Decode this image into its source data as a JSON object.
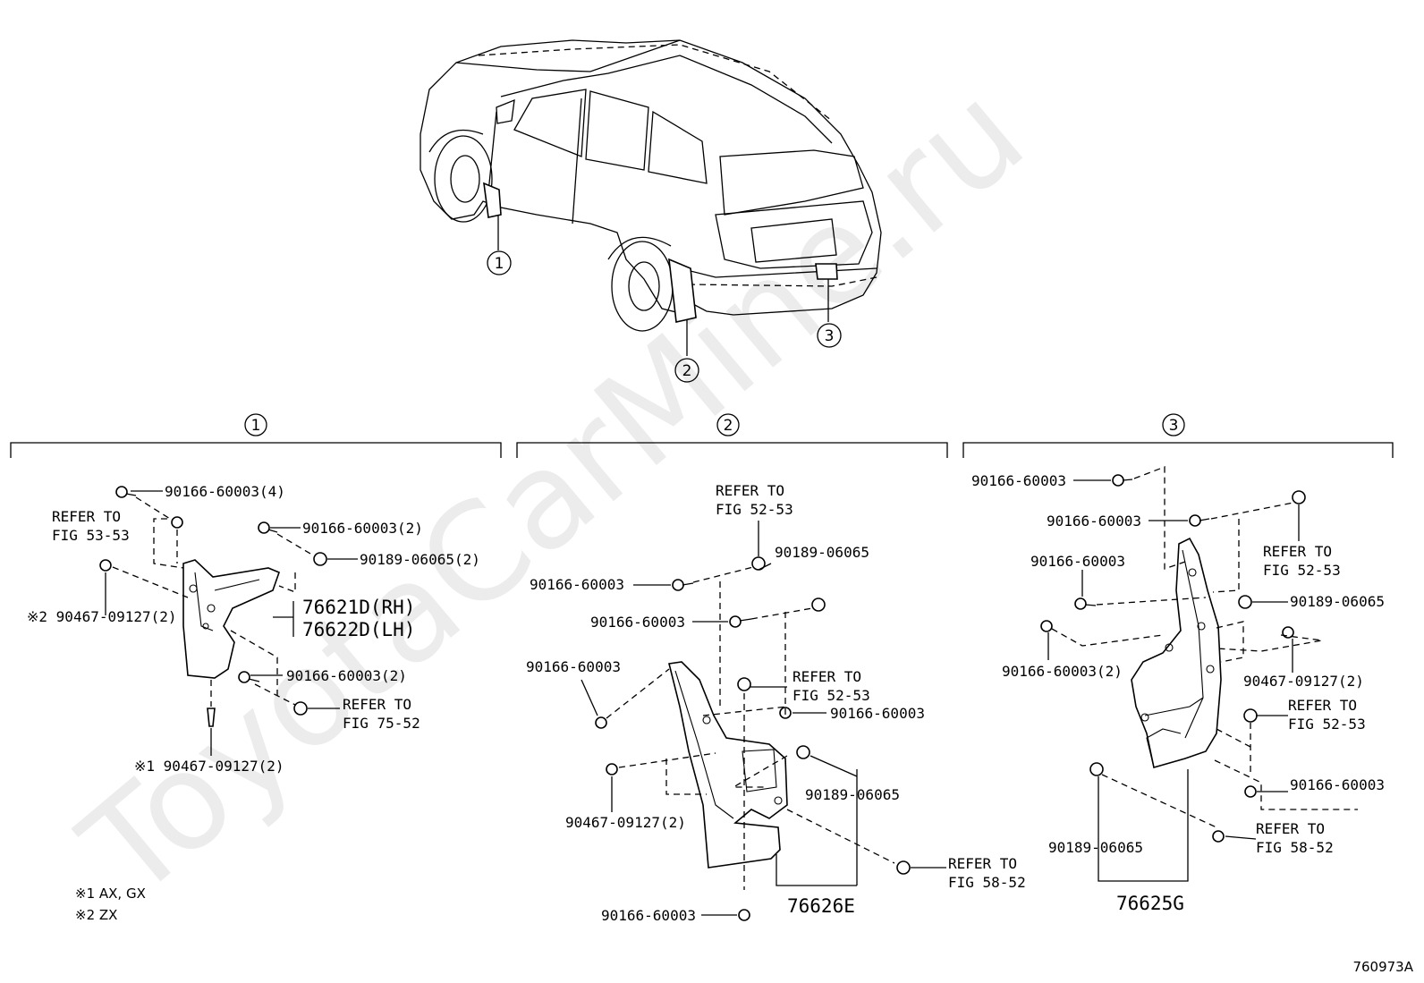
{
  "watermark": "ToyotaCarMine.ru",
  "diagram_code": "760973A",
  "overview": {
    "callouts": [
      "1",
      "2",
      "3"
    ]
  },
  "sections": [
    {
      "number": "1",
      "labels": {
        "bolt_4": "90166-60003(4)",
        "refer_a_1": "REFER TO",
        "refer_a_2": "FIG 53-53",
        "bolt_2a": "90166-60003(2)",
        "nut_2": "90189-06065(2)",
        "mark2_clip": "※2 90467-09127(2)",
        "part_rh": "76621D(RH)",
        "part_lh": "76622D(LH)",
        "bolt_2b": "90166-60003(2)",
        "refer_b_1": "REFER TO",
        "refer_b_2": "FIG 75-52",
        "mark1_clip": "※1 90467-09127(2)",
        "note1": "※1  AX, GX",
        "note2": "※2  ZX"
      }
    },
    {
      "number": "2",
      "labels": {
        "refer_a_1": "REFER TO",
        "refer_a_2": "FIG 52-53",
        "nut_top": "90189-06065",
        "bolt_a": "90166-60003",
        "bolt_b": "90166-60003",
        "bolt_c": "90166-60003",
        "refer_b_1": "REFER TO",
        "refer_b_2": "FIG 52-53",
        "bolt_d": "90166-60003",
        "nut_mid": "90189-06065",
        "clip": "90467-09127(2)",
        "refer_c_1": "REFER TO",
        "refer_c_2": "FIG 58-52",
        "bolt_bottom": "90166-60003",
        "part": "76626E"
      }
    },
    {
      "number": "3",
      "labels": {
        "bolt_a": "90166-60003",
        "bolt_b": "90166-60003",
        "refer_a_1": "REFER TO",
        "refer_a_2": "FIG 52-53",
        "bolt_c": "90166-60003",
        "nut_a": "90189-06065",
        "bolt_2": "90166-60003(2)",
        "clip": "90467-09127(2)",
        "refer_b_1": "REFER TO",
        "refer_b_2": "FIG 52-53",
        "bolt_d": "90166-60003",
        "nut_b": "90189-06065",
        "refer_c_1": "REFER TO",
        "refer_c_2": "FIG 58-52",
        "part": "76625G"
      }
    }
  ]
}
